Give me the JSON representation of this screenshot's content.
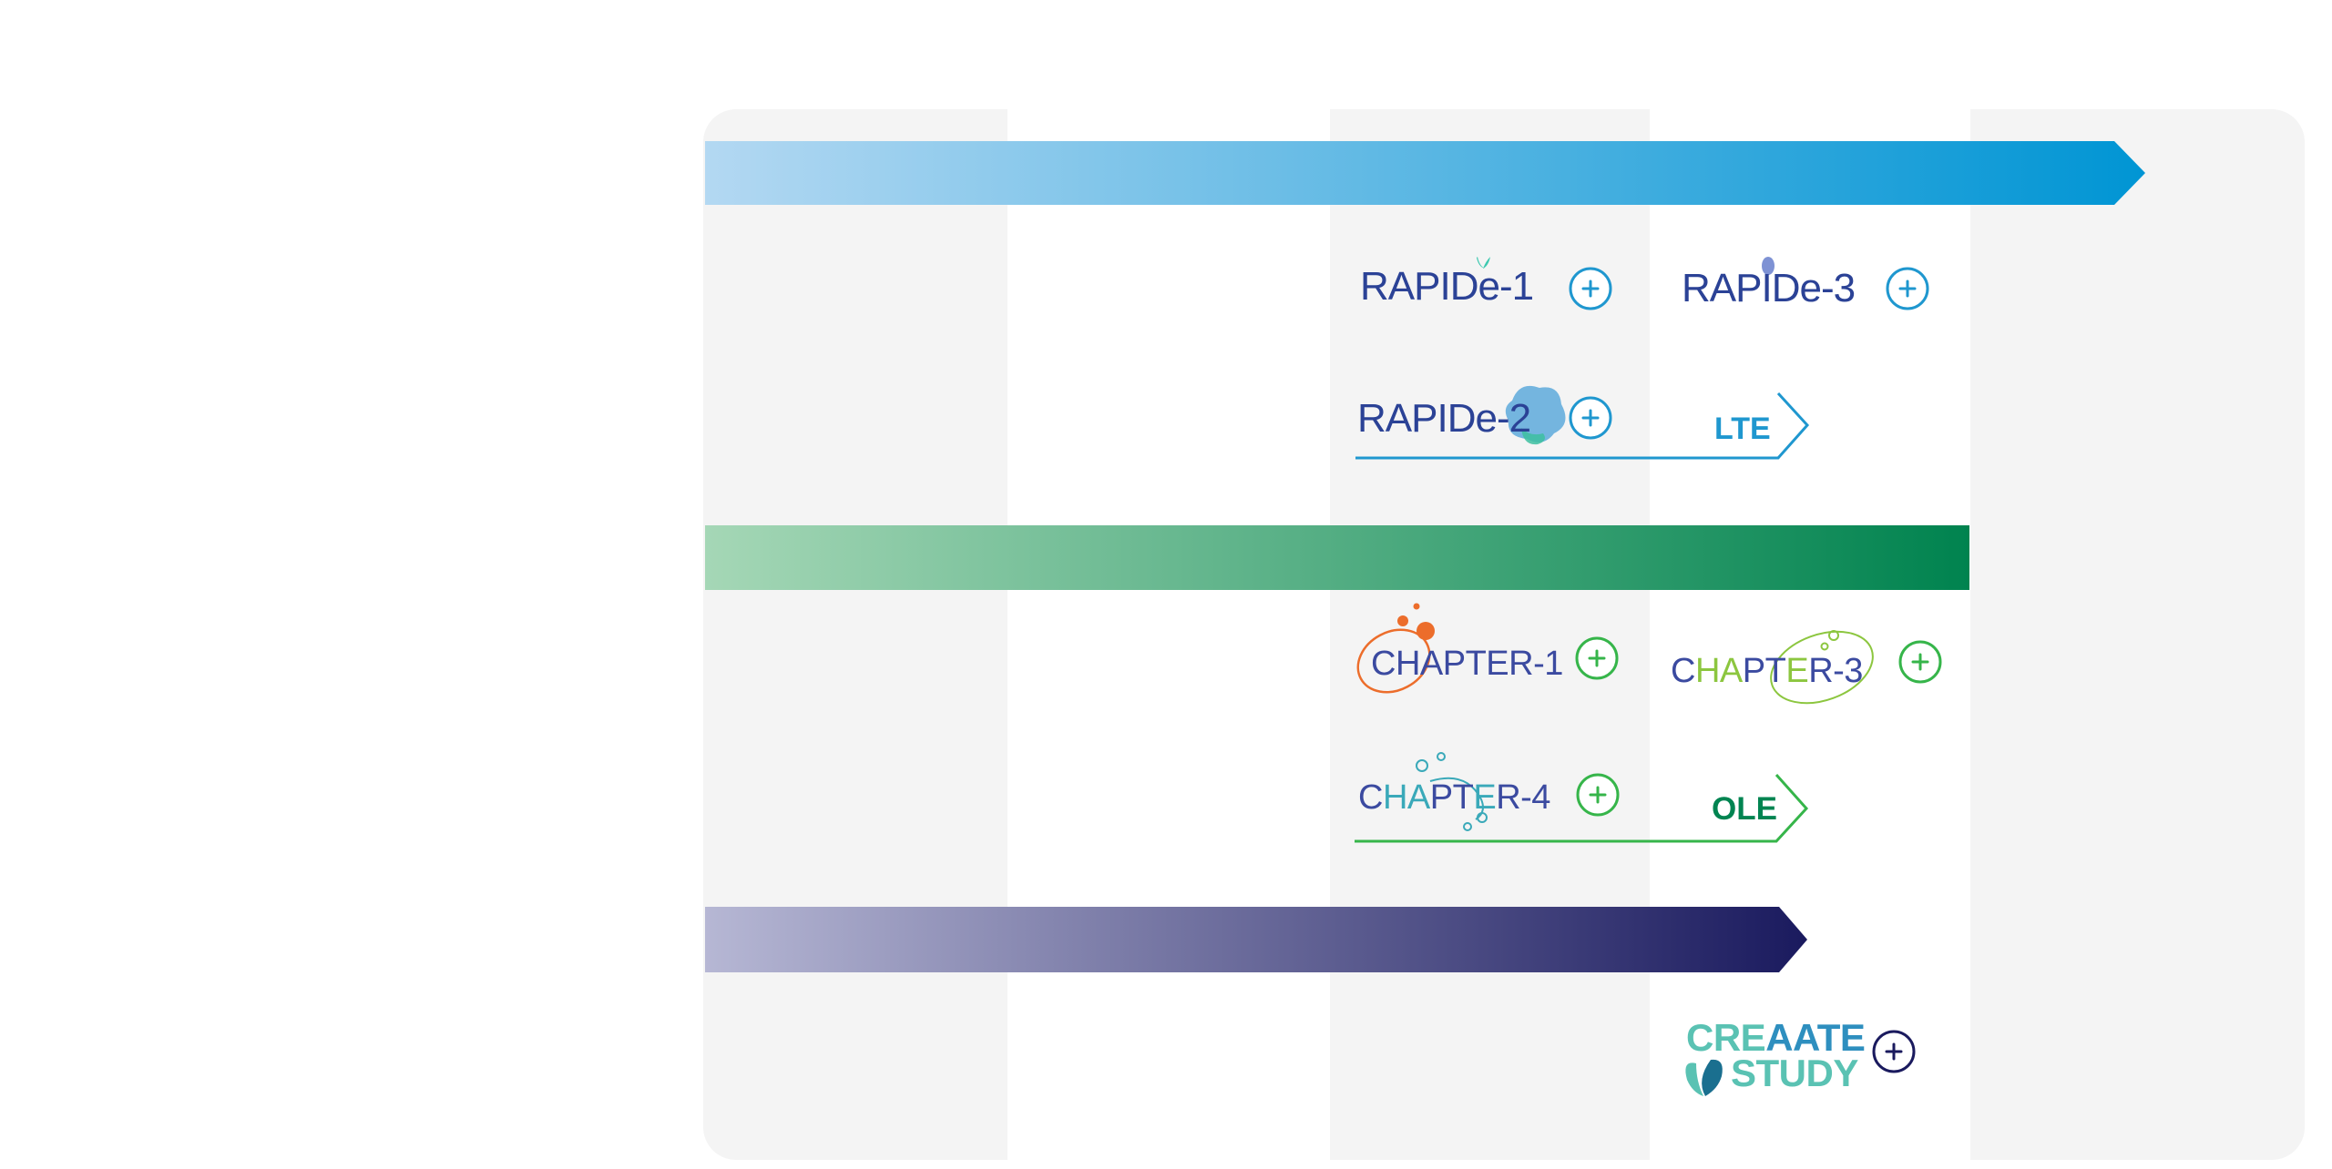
{
  "colors": {
    "panel_bg": "#f4f4f4",
    "rapide_blue": "#2b4296",
    "lte_blue": "#1f97cf",
    "green": "#36b54a",
    "ole_green": "#008451",
    "navy": "#1a1a5e",
    "orange": "#ec6d2b",
    "teal": "#3aa9b9",
    "creaate_teal": "#5ac2b3"
  },
  "rows": [
    {
      "arrow_name": "blue-arrow",
      "arrow_colors": [
        "#b3d8f2",
        "#0095d4"
      ],
      "programs": [
        {
          "logo": "rapide-1-logo",
          "word": "RAPIDe",
          "suffix": "-1"
        },
        {
          "logo": "rapide-3-logo",
          "word": "RAPIDe",
          "suffix": "-3"
        },
        {
          "logo": "rapide-2-logo",
          "word": "RAPIDe",
          "suffix": "-2"
        }
      ],
      "extension": "LTE"
    },
    {
      "arrow_name": "green-arrow",
      "arrow_colors": [
        "#a5d7b6",
        "#00834f"
      ],
      "programs": [
        {
          "logo": "chapter-1-logo",
          "text": "CHAPTER-1"
        },
        {
          "logo": "chapter-3-logo",
          "text_parts": [
            "C",
            "H",
            "A",
            "PT",
            "E",
            "R-3"
          ]
        },
        {
          "logo": "chapter-4-logo",
          "text_parts": [
            "C",
            "H",
            "A",
            "PT",
            "E",
            "R-4"
          ]
        }
      ],
      "extension": "OLE"
    },
    {
      "arrow_name": "navy-arrow",
      "arrow_colors": [
        "#b6b7d4",
        "#1a1a5e"
      ],
      "programs": [
        {
          "logo": "creaate-study-logo",
          "parts": [
            "CRE",
            "AATE",
            "STUDY"
          ]
        }
      ]
    }
  ],
  "expand_icon": "plus-circle-icon"
}
